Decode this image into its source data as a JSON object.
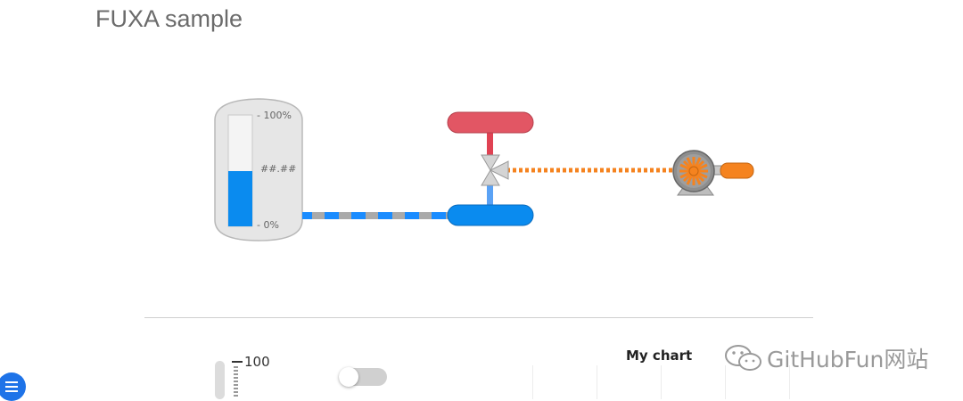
{
  "page": {
    "title": "FUXA sample"
  },
  "tank": {
    "label_max": "- 100%",
    "label_value": "##.##",
    "label_min": "- 0%",
    "level_percent": 50
  },
  "chart": {
    "title": "My chart"
  },
  "slider": {
    "max_label": "100"
  },
  "switch": {
    "state": "off"
  },
  "watermark": {
    "text": "GitHubFun网站",
    "icon": "wechat-icon"
  },
  "fab": {
    "icon": "menu-icon"
  },
  "colors": {
    "pipe_blue": "#1a8cff",
    "pipe_gray": "#aaaaaa",
    "pipe_orange": "#f5831f",
    "tank_red": "#e25664",
    "tank_blue": "#0a8bef",
    "motor_orange": "#f5831f"
  }
}
